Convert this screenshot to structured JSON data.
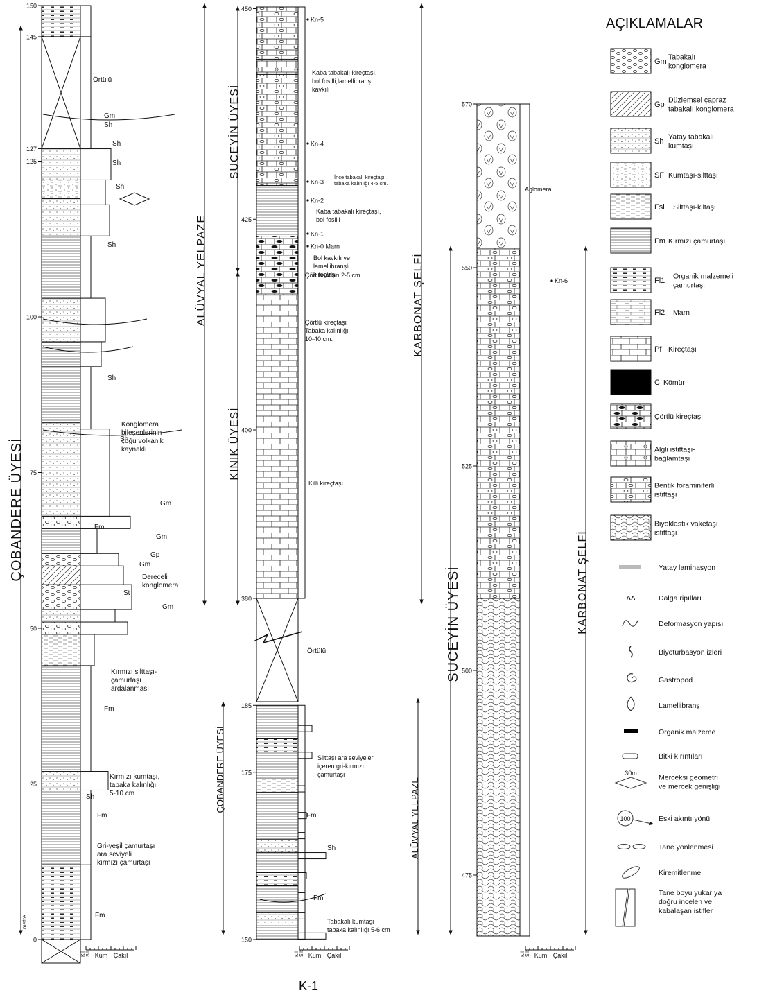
{
  "figure_label": "K-1",
  "legend": {
    "title": "AÇIKLAMALAR",
    "facies": [
      {
        "code": "Gm",
        "text": [
          "Tabakalı",
          "konglomera"
        ],
        "pattern": "gm"
      },
      {
        "code": "Gp",
        "text": [
          "Düzlemsel çapraz",
          "tabakalı konglomera"
        ],
        "pattern": "gp"
      },
      {
        "code": "Sh",
        "text": [
          "Yatay tabakalı",
          "kumtaşı"
        ],
        "pattern": "sh"
      },
      {
        "code": "SF",
        "text": [
          "Kumtaşı-silttaşı"
        ],
        "pattern": "sf"
      },
      {
        "code": "Fsl",
        "text": [
          "Silttaşı-kiltaşı"
        ],
        "pattern": "fsl"
      },
      {
        "code": "Fm",
        "text": [
          "Kırmızı çamurtaşı"
        ],
        "pattern": "fm"
      },
      {
        "code": "Fl1",
        "text": [
          "Organik malzemeli",
          "çamurtaşı"
        ],
        "pattern": "fl1"
      },
      {
        "code": "Fl2",
        "text": [
          "Marn"
        ],
        "pattern": "fl2"
      },
      {
        "code": "Pf",
        "text": [
          "Kireçtaşı"
        ],
        "pattern": "brick"
      },
      {
        "code": "C",
        "text": [
          "Kömür"
        ],
        "pattern": "coal"
      },
      {
        "code": "",
        "text": [
          "Çörtlü kireçtaşı"
        ],
        "pattern": "chert"
      },
      {
        "code": "",
        "text": [
          "Algli istiftaşı-",
          "bağlamtaşı"
        ],
        "pattern": "algal"
      },
      {
        "code": "",
        "text": [
          "Bentik foraminiferli",
          "istiftaşı"
        ],
        "pattern": "fossil"
      },
      {
        "code": "",
        "text": [
          "Biyoklastik vaketaşı-",
          "istiftaşı"
        ],
        "pattern": "bioclast"
      }
    ],
    "symbols": [
      {
        "icon": "horizontal-lamination",
        "text": [
          "Yatay laminasyon"
        ]
      },
      {
        "icon": "wave-ripples",
        "glyph": "ʌʌ",
        "text": [
          "Dalga ripılları"
        ]
      },
      {
        "icon": "deformation",
        "text": [
          "Deformasyon yapısı"
        ]
      },
      {
        "icon": "bioturbation",
        "text": [
          "Biyotürbasyon izleri"
        ]
      },
      {
        "icon": "gastropod",
        "text": [
          "Gastropod"
        ]
      },
      {
        "icon": "lamellibranch",
        "text": [
          "Lamellibranş"
        ]
      },
      {
        "icon": "organic-matter",
        "text": [
          "Organik malzeme"
        ]
      },
      {
        "icon": "plant-fragments",
        "text": [
          "Bitki kırıntıları"
        ]
      },
      {
        "icon": "lens",
        "glyph": "30m",
        "text": [
          "Merceksi geometri",
          "ve mercek genişliği"
        ]
      },
      {
        "icon": "paleocurrent",
        "glyph": "100",
        "text": [
          "Eski akıntı yönü"
        ]
      },
      {
        "icon": "grain-orientation",
        "text": [
          "Tane yönlenmesi"
        ]
      },
      {
        "icon": "imbrication",
        "text": [
          "Kiremitlenme"
        ]
      },
      {
        "icon": "grain-size-trend",
        "text": [
          "Tane boyu yukarıya",
          "doğru incelen ve",
          "kabalaşan istifler"
        ]
      }
    ]
  },
  "grain_scale": {
    "mud": "Kil",
    "silt": "Silt",
    "sand": "Kum",
    "gravel": "Çakıl"
  },
  "column1": {
    "unit_label": "ÇOBANDERE ÜYESİ",
    "metre_label": "metre",
    "ticks": [
      "0",
      "25",
      "50",
      "75",
      "100",
      "125",
      "127",
      "145",
      "150"
    ],
    "covered_label": "Örtülü",
    "facies_labels": [
      "Gm",
      "Sh",
      "Sh",
      "Sh",
      "Sh",
      "Sh",
      "Sh",
      "Sh",
      "Gm",
      "Fm",
      "Gm",
      "Gp",
      "Gm",
      "St",
      "Gm",
      "Fm",
      "Sh",
      "Fm",
      "Fm"
    ],
    "notes": [
      [
        "Konglomera",
        "bileşenlerinin",
        "çoğu volkanik",
        "kaynaklı"
      ],
      [
        "Dereceli",
        "konglomera"
      ],
      [
        "Kırmızı silttaşı-",
        "çamurtaşı",
        "ardalanması"
      ],
      [
        "Kırmızı kumtaşı,",
        "tabaka kalınlığı",
        "5-10 cm"
      ],
      [
        "Gri-yeşil çamurtaşı",
        "ara seviyeli",
        "kırmızı çamurtaşı"
      ]
    ]
  },
  "column2": {
    "upper_unit": "SUCEYİN ÜYESİ",
    "lower_unit": "KINIK ÜYESİ",
    "facies_right": "KARBONAT ŞELFİ",
    "facies_left": "ALÜVYAL YELPAZE",
    "ticks": [
      "450",
      "425",
      "400",
      "380"
    ],
    "samples": [
      "Kn-5",
      "Kn-4",
      "Kn-3",
      "Kn-2",
      "Kn-1",
      "Kn-0 Marn"
    ],
    "notes": [
      [
        "Kaba tabakalı kireçtaşı,",
        "bol fosilli,lamellibranş",
        "kavkılı"
      ],
      [
        "İnce tabakalı kireçtaşı,",
        "tabaka kalınlığı 4-5 cm."
      ],
      [
        "Kaba tabakalı kireçtaşı,",
        "bol fosilli"
      ],
      [
        "Bol kavkılı ve",
        "lamellibranşlı",
        "kireçtaşı"
      ],
      [
        "Çört bantları 2-5 cm"
      ],
      [
        "Çörtlü kireçtaşı",
        "Tabaka kalınlığı",
        "10-40 cm."
      ],
      [
        "Killi kireçtaşı"
      ]
    ],
    "covered_label": "Örtülü"
  },
  "column3": {
    "lower_unit": "ÇOBANDERE ÜYESİ",
    "facies_right": "ALÜVYAL YELPAZE",
    "ticks": [
      "185",
      "175",
      "150"
    ],
    "notes": [
      [
        "Silttaşı ara seviyeleri",
        "içeren gri-kırmızı",
        "çamurtaşı"
      ],
      [
        "Tabakalı kumtaşı",
        "tabaka kalınlığı 5-6 cm"
      ]
    ],
    "facies_labels": [
      "Fm",
      "Sh",
      "Fm"
    ]
  },
  "column4": {
    "unit_label": "SUCEYİN ÜYESİ",
    "facies_right": "KARBONAT ŞELFİ",
    "ticks": [
      "570",
      "550",
      "525",
      "500",
      "475"
    ],
    "agglomerate_label": "Aglomera",
    "sample": "Kn-6"
  }
}
